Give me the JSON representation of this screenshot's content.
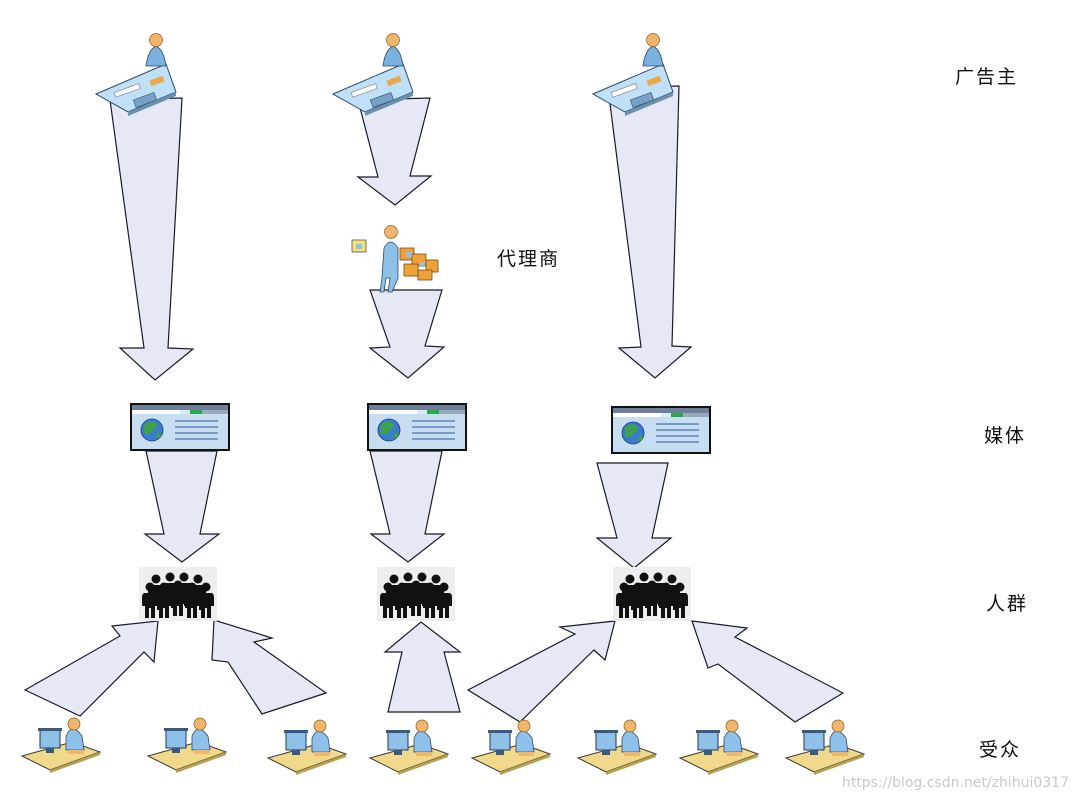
{
  "labels": {
    "advertiser": "广告主",
    "agency": "代理商",
    "media": "媒体",
    "crowd": "人群",
    "audience": "受众"
  },
  "watermark": "https://blog.csdn.net/zhihui0317",
  "colors": {
    "arrow_fill": "#e6e9f5",
    "arrow_stroke": "#1a1a2a",
    "card_blue": "#9ec8ea",
    "skin": "#f2b66b",
    "desk": "#f0d98a"
  },
  "nodes": {
    "advertisers": [
      "person-at-desk-icon",
      "person-at-desk-icon",
      "person-at-desk-icon"
    ],
    "agency": "person-with-boxes-icon",
    "media": [
      "webpage-globe-icon",
      "webpage-globe-icon",
      "webpage-globe-icon"
    ],
    "crowds": [
      "crowd-icon",
      "crowd-icon",
      "crowd-icon"
    ],
    "audience": [
      "computer-user-icon",
      "computer-user-icon",
      "computer-user-icon",
      "computer-user-icon",
      "computer-user-icon",
      "computer-user-icon",
      "computer-user-icon",
      "computer-user-icon"
    ]
  }
}
